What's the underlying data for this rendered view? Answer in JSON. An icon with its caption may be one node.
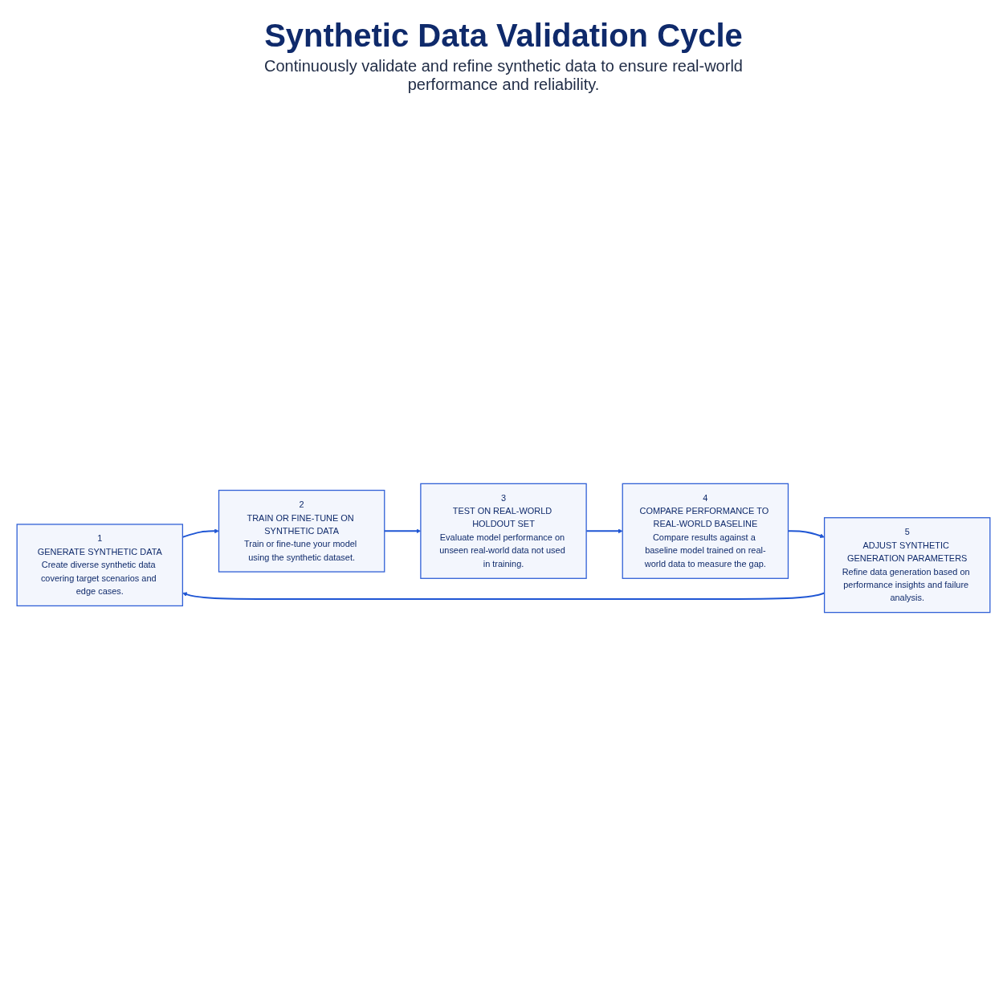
{
  "diagram": {
    "title": "Synthetic Data Validation Cycle",
    "caption": "Continuously validate and refine synthetic data to ensure real-world performance and reliability.",
    "nodes": [
      {
        "text": [
          "1",
          "GENERATE SYNTHETIC DATA",
          "Create diverse synthetic data covering target scenarios and edge cases."
        ]
      },
      {
        "text": [
          "2",
          "TRAIN OR FINE-TUNE ON SYNTHETIC DATA",
          "Train or fine-tune your model using the synthetic dataset."
        ]
      },
      {
        "text": [
          "3",
          "TEST ON REAL-WORLD HOLDOUT SET",
          "Evaluate model performance on unseen real-world data not used in training."
        ]
      },
      {
        "text": [
          "4",
          "COMPARE PERFORMANCE TO REAL-WORLD BASELINE",
          "Compare results against a baseline model trained on real-world data to measure the gap."
        ]
      },
      {
        "text": [
          "5",
          "ADJUST SYNTHETIC GENERATION PARAMETERS",
          "Refine data generation based on performance insights and failure analysis."
        ]
      }
    ],
    "edges": [
      {
        "from": 0,
        "to": 1,
        "arrow": "to"
      },
      {
        "from": 1,
        "to": 2,
        "arrow": "to"
      },
      {
        "from": 2,
        "to": 3,
        "arrow": "to"
      },
      {
        "from": 3,
        "to": 4,
        "arrow": "to"
      },
      {
        "from": 4,
        "to": 0,
        "arrow": "to"
      }
    ]
  }
}
